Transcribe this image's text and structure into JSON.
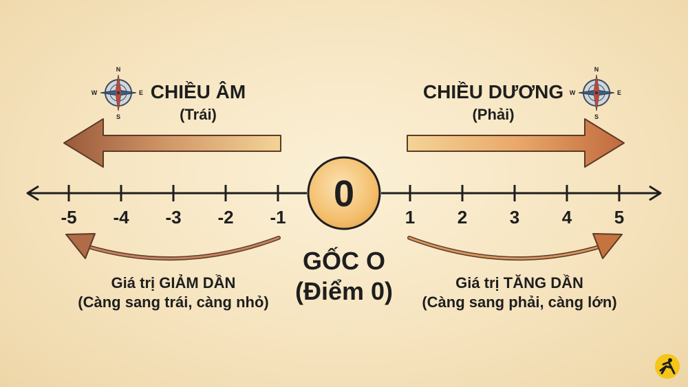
{
  "negative": {
    "title": "CHIỀU ÂM",
    "subtitle": "(Trái)",
    "value_note": "Giá trị GIẢM DẦN",
    "value_note_sub": "(Càng sang trái, càng nhỏ)"
  },
  "positive": {
    "title": "CHIỀU DƯƠNG",
    "subtitle": "(Phải)",
    "value_note": "Giá trị TĂNG DẦN",
    "value_note_sub": "(Càng sang phải, càng lớn)"
  },
  "origin": {
    "label": "0",
    "caption": "GỐC O",
    "caption_sub": "(Điểm 0)"
  },
  "ticks": {
    "negative": [
      "-5",
      "-4",
      "-3",
      "-2",
      "-1"
    ],
    "positive": [
      "1",
      "2",
      "3",
      "4",
      "5"
    ]
  },
  "compass": {
    "n": "N",
    "s": "S",
    "e": "E",
    "w": "W"
  },
  "colors": {
    "arrow_dark": "#9a5a3a",
    "arrow_light": "#f4cf8e",
    "origin_fill": "#f3bd6a",
    "text": "#1e1e1e",
    "badge": "#f5c518"
  },
  "icons": {
    "compass": "compass-rose-icon",
    "logo": "running-figure-logo-icon"
  }
}
